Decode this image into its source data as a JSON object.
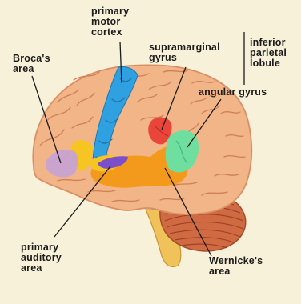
{
  "labels": {
    "primary_motor_cortex": "primary\nmotor\ncortex",
    "brocas_area": "Broca's\narea",
    "supramarginal_gyrus": "supramarginal\ngyrus",
    "inferior_parietal_lobule": "inferior\nparietal\nlobule",
    "angular_gyrus": "angular gyrus",
    "primary_auditory_area": "primary\nauditory\narea",
    "wernickes_area": "Wernicke's\narea"
  },
  "colors": {
    "background": "#f7f1d9",
    "brain": "#f2b587",
    "brain_outline": "#d98f65",
    "sulci": "#cf7f56",
    "motor_cortex": "#2fa0e0",
    "brocas": "#c7a3d1",
    "auditory": "#7b4fc9",
    "orange_region": "#f39a1c",
    "yellow_region": "#f7c522",
    "angular": "#6fdf9f",
    "supramarginal": "#e9453a",
    "cerebellum": "#cf6a43",
    "brainstem": "#f0c25a"
  }
}
